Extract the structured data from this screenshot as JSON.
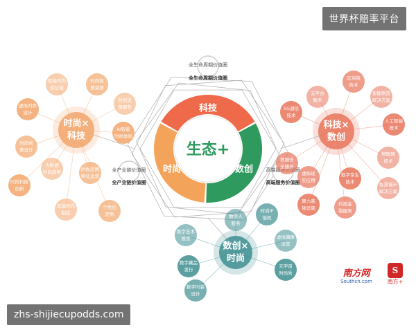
{
  "watermark": {
    "site": "世界杯赔率平台",
    "url": "zhs-shijiecupodds.com"
  },
  "center": {
    "title": "生态+",
    "segments": [
      "科技",
      "数创",
      "时尚"
    ]
  },
  "satellites": {
    "top": {
      "name": "全生命周期价值圈",
      "caption": "全生命周期价值圈"
    },
    "left": {
      "name": "全产业链价值圈",
      "caption": "全产业链价值圈"
    },
    "right": {
      "name": "高端服务价值圈",
      "caption": "高端服务价值圈"
    }
  },
  "clusters": {
    "left": {
      "title": "时尚×科技",
      "title_lines": [
        "时尚×",
        "科技"
      ],
      "color": "#F2A66B",
      "petals": [
        [
          "智能时尚",
          "供应链"
        ],
        [
          "时尚数",
          "据资源"
        ],
        [
          "虚拟时尚",
          "设计"
        ],
        [
          "时尚消",
          "费服务"
        ],
        [
          "时尚创",
          "意设计"
        ],
        [
          "AI智能",
          "时尚体验"
        ],
        [
          "大数据",
          "时尚趋势"
        ],
        [
          "时尚品牌",
          "孵化运营"
        ],
        [
          "时尚科技",
          "创新"
        ],
        [
          "智能时尚",
          "制造"
        ],
        [
          "个性化",
          "定制"
        ]
      ]
    },
    "right": {
      "title": "科技×数创",
      "title_lines": [
        "科技×",
        "数创"
      ],
      "color": "#E8745A",
      "petals": [
        [
          "云平台",
          "服务"
        ],
        [
          "区块链",
          "技术"
        ],
        [
          "5G通信",
          "技术"
        ],
        [
          "智能制造",
          "解决方案"
        ],
        [
          "数据安",
          "全服务"
        ],
        [
          "人工智能",
          "技术"
        ],
        [
          "物联网",
          "技术"
        ],
        [
          "虚拟现",
          "实应用"
        ],
        [
          "数字孪生",
          "技术"
        ],
        [
          "智慧城市",
          "解决方案"
        ],
        [
          "科技金",
          "融服务"
        ],
        [
          "算力基",
          "础设施"
        ]
      ]
    },
    "bottom": {
      "title": "数创×时尚",
      "title_lines": [
        "数创×",
        "时尚"
      ],
      "color": "#3E8E91",
      "petals": [
        [
          "数字艺术",
          "展览"
        ],
        [
          "时尚IP",
          "授权"
        ],
        [
          "数字藏品",
          "发行"
        ],
        [
          "虚拟偶像",
          "运营"
        ],
        [
          "数字时装",
          "设计"
        ],
        [
          "元宇宙",
          "时尚秀"
        ],
        [
          "数字人",
          "服务"
        ]
      ]
    }
  },
  "logos": {
    "brand1": "南方网",
    "brand1_sub": "Southcn.com",
    "brand2": "南方+"
  }
}
